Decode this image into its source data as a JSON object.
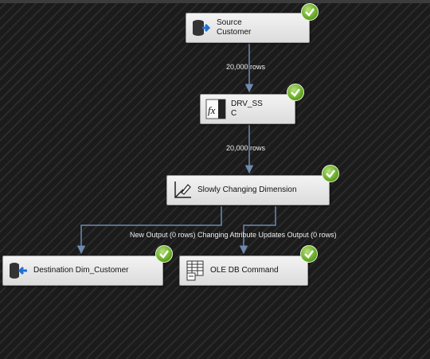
{
  "nodes": {
    "source": {
      "line1": "Source",
      "line2": "Customer",
      "icon": "database-source-icon"
    },
    "derived": {
      "line1": "DRV_SS",
      "line2": "C",
      "icon": "fx-icon"
    },
    "scd": {
      "label": "Slowly Changing Dimension",
      "icon": "scd-icon"
    },
    "destination": {
      "label": "Destination Dim_Customer",
      "icon": "database-destination-icon"
    },
    "oledb": {
      "label": "OLE DB Command",
      "icon": "oledb-command-icon"
    }
  },
  "paths": {
    "source_to_derived": "20,000 rows",
    "derived_to_scd": "20,000 rows",
    "new_output": "New Output (0 rows)",
    "changing_output": "Changing Attribute Updates Output (0 rows)"
  },
  "colors": {
    "wire": "#6d8ab0",
    "success": "#5aa01c"
  }
}
